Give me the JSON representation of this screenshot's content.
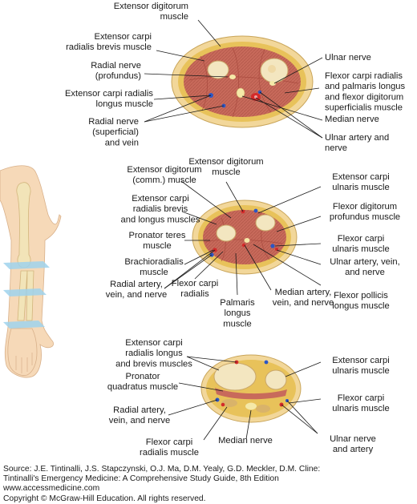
{
  "sections": [
    {
      "labels": [
        {
          "lines": [
            "Extensor digitorum",
            "muscle"
          ]
        },
        {
          "lines": [
            "Extensor carpi",
            "radialis brevis muscle"
          ]
        },
        {
          "lines": [
            "Radial nerve",
            "(profundus)"
          ]
        },
        {
          "lines": [
            "Extensor carpi radialis",
            "longus muscle"
          ]
        },
        {
          "lines": [
            "Radial nerve",
            "(superficial)",
            "and vein"
          ]
        },
        {
          "lines": [
            "Ulnar nerve"
          ]
        },
        {
          "lines": [
            "Flexor carpi radialis",
            "and palmaris longus",
            "and flexor digitorum",
            "superficialis muscle"
          ]
        },
        {
          "lines": [
            "Median nerve"
          ]
        },
        {
          "lines": [
            "Ulnar artery and",
            "nerve"
          ]
        }
      ]
    },
    {
      "labels": [
        {
          "lines": [
            "Extensor digitorum",
            "(comm.) muscle"
          ]
        },
        {
          "lines": [
            "Extensor digitorum",
            "muscle"
          ]
        },
        {
          "lines": [
            "Extensor carpi",
            "radialis brevis",
            "and longus muscles"
          ]
        },
        {
          "lines": [
            "Pronator teres",
            "muscle"
          ]
        },
        {
          "lines": [
            "Brachioradialis",
            "muscle"
          ]
        },
        {
          "lines": [
            "Radial artery,",
            "vein, and nerve"
          ]
        },
        {
          "lines": [
            "Flexor carpi",
            "radialis"
          ]
        },
        {
          "lines": [
            "Palmaris",
            "longus",
            "muscle"
          ]
        },
        {
          "lines": [
            "Median artery,",
            "vein, and nerve"
          ]
        },
        {
          "lines": [
            "Extensor carpi",
            "ulnaris muscle"
          ]
        },
        {
          "lines": [
            "Flexor digitorum",
            "profundus muscle"
          ]
        },
        {
          "lines": [
            "Flexor carpi",
            "ulnaris muscle"
          ]
        },
        {
          "lines": [
            "Ulnar artery, vein,",
            "and nerve"
          ]
        },
        {
          "lines": [
            "Flexor pollicis",
            "longus muscle"
          ]
        }
      ]
    },
    {
      "labels": [
        {
          "lines": [
            "Extensor carpi",
            "radialis longus",
            "and brevis muscles"
          ]
        },
        {
          "lines": [
            "Pronator",
            "quadratus muscle"
          ]
        },
        {
          "lines": [
            "Radial artery,",
            "vein, and nerve"
          ]
        },
        {
          "lines": [
            "Flexor carpi",
            "radialis muscle"
          ]
        },
        {
          "lines": [
            "Median nerve"
          ]
        },
        {
          "lines": [
            "Extensor carpi",
            "ulnaris muscle"
          ]
        },
        {
          "lines": [
            "Flexor carpi",
            "ulnaris muscle"
          ]
        },
        {
          "lines": [
            "Ulnar nerve",
            "and artery"
          ]
        }
      ]
    }
  ],
  "source_lines": [
    "Source: J.E. Tintinalli, J.S. Stapczynski, O.J. Ma, D.M. Yealy, G.D. Meckler, D.M. Cline:",
    "Tintinalli's Emergency Medicine: A Comprehensive Study Guide, 8th Edition",
    "www.accessmedicine.com",
    "Copyright © McGraw-Hill Education.  All rights reserved."
  ],
  "colors": {
    "skin": "#f2d79a",
    "fat": "#e8c25a",
    "muscle": "#c9695c",
    "muscle_dark": "#a94a3e",
    "bone": "#f3e6c0",
    "nerve": "#f5e9a8",
    "artery": "#d42a2a",
    "vein": "#2b56c5",
    "limb": "#f6d9b8",
    "limb_bone": "#f2e4b8",
    "cut_plane": "#9fd2ec"
  }
}
